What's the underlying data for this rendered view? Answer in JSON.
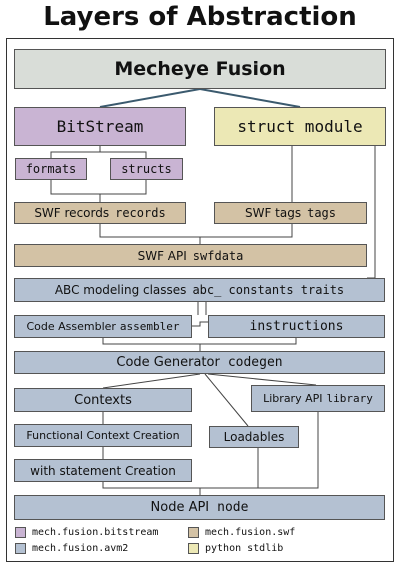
{
  "title": "Layers of Abstraction",
  "boxes": {
    "mecheye_fusion": {
      "label": "Mecheye Fusion"
    },
    "bitstream": {
      "label": "BitStream"
    },
    "struct_module": {
      "label": "struct module"
    },
    "formats": {
      "label": "formats"
    },
    "structs": {
      "label": "structs"
    },
    "swf_records": {
      "label": "SWF records",
      "code": "records"
    },
    "swf_tags": {
      "label": "SWF tags",
      "code": "tags"
    },
    "swf_api": {
      "label": "SWF API",
      "code": "swfdata"
    },
    "abc_modeling": {
      "label": "ABC modeling classes",
      "code": "abc_ constants traits"
    },
    "code_assembler": {
      "label": "Code Assembler",
      "code": "assembler"
    },
    "instructions": {
      "label": "instructions"
    },
    "code_generator": {
      "label": "Code Generator",
      "code": "codegen"
    },
    "contexts": {
      "label": "Contexts"
    },
    "library_api": {
      "label": "Library API",
      "code": "library"
    },
    "functional_context": {
      "label": "Functional Context Creation"
    },
    "loadables": {
      "label": "Loadables"
    },
    "with_statement": {
      "label": "with statement Creation"
    },
    "node_api": {
      "label": "Node API",
      "code": "node"
    }
  },
  "legend": [
    {
      "label": "mech.fusion.bitstream",
      "color": "#c9b4d3"
    },
    {
      "label": "mech.fusion.swf",
      "color": "#d3c2a5"
    },
    {
      "label": "mech.fusion.avm2",
      "color": "#b4c1d2"
    },
    {
      "label": "python stdlib",
      "color": "#ece8b5"
    }
  ]
}
